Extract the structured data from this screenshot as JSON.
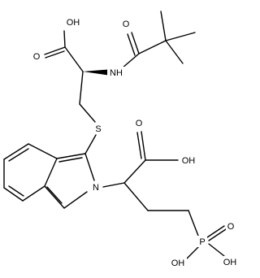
{
  "molecule": {
    "atoms": {
      "a1": "OH",
      "a2": "O",
      "a3": "NH",
      "a4": "O",
      "a5": "S",
      "a6": "OH",
      "a7": "O",
      "a8": "N",
      "a9": "P",
      "a10": "O",
      "a11": "OH",
      "a12": "OH"
    }
  }
}
